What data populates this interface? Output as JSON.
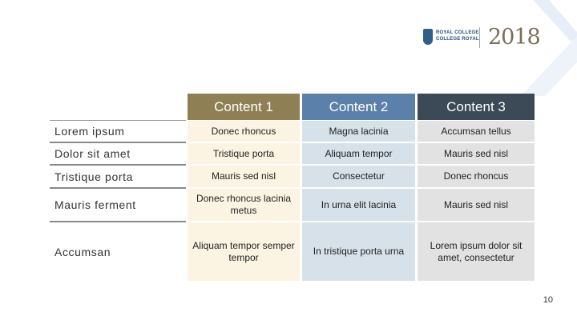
{
  "logo": {
    "org_line_1": "ROYAL COLLEGE",
    "org_line_2": "COLLEGE ROYAL",
    "org_tagline": "",
    "year": "2018"
  },
  "table": {
    "columns": [
      {
        "label": "Content 1",
        "color": "#8f7f55"
      },
      {
        "label": "Content 2",
        "color": "#5b80aa"
      },
      {
        "label": "Content 3",
        "color": "#3b4a56"
      }
    ],
    "cell_colors": [
      "#fbf4e2",
      "#d6e1ea",
      "#e2e2e2"
    ],
    "rows": [
      {
        "label": "Lorem ipsum",
        "cells": [
          "Donec rhoncus",
          "Magna lacinia",
          "Accumsan tellus"
        ]
      },
      {
        "label": "Dolor sit amet",
        "cells": [
          "Tristique porta",
          "Aliquam tempor",
          "Mauris sed nisl"
        ]
      },
      {
        "label": "Tristique porta",
        "cells": [
          "Mauris sed nisl",
          "Consectetur",
          "Donec rhoncus"
        ]
      },
      {
        "label": "Mauris ferment",
        "cells": [
          "Donec rhoncus lacinia metus",
          "In urna elit lacinia",
          "Mauris sed nisl"
        ]
      },
      {
        "label": "Accumsan",
        "cells": [
          "Aliquam tempor semper tempor",
          "In tristique porta urna",
          "Lorem ipsum dolor sit amet, consectetur"
        ]
      }
    ]
  },
  "page_number": "10"
}
